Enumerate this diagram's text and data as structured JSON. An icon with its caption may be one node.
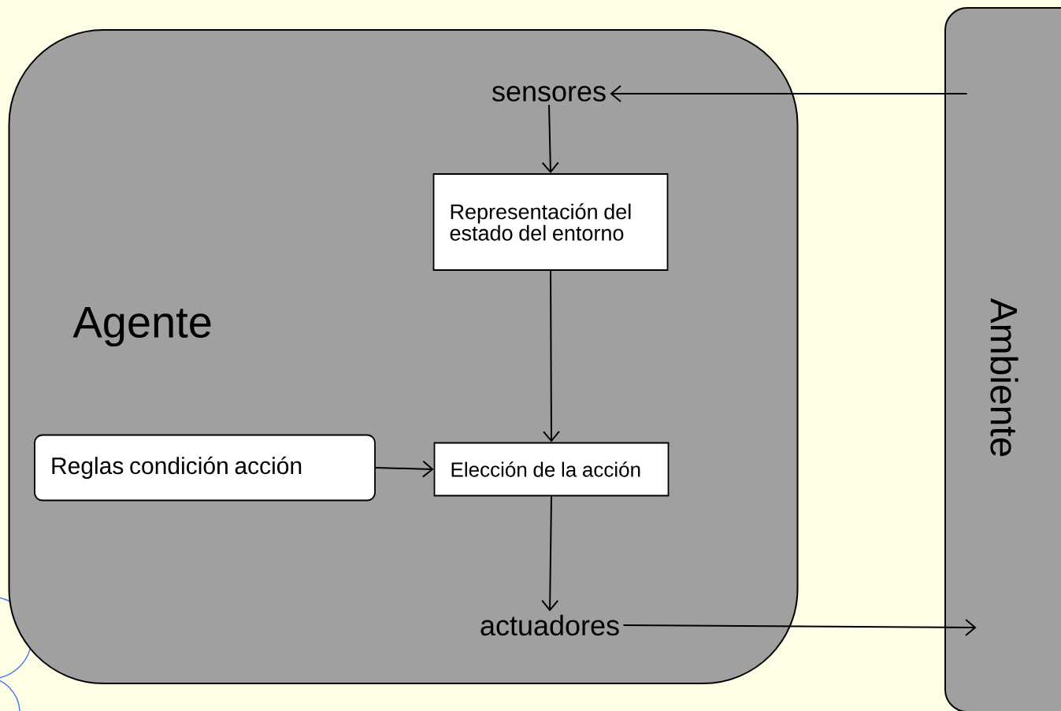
{
  "diagram": {
    "nodes": [
      {
        "text": [
          "Agente"
        ]
      },
      {
        "text": [
          "sensores"
        ],
        "in": 0
      },
      {
        "text": [
          "Representación del estado del entorno"
        ],
        "in": 0
      },
      {
        "text": [
          "Reglas condición acción"
        ],
        "in": 0
      },
      {
        "text": [
          "Elección de la acción"
        ],
        "in": 0
      },
      {
        "text": [
          "actuadores"
        ],
        "in": 0
      },
      {
        "text": [
          "Ambiente"
        ]
      }
    ],
    "edges": [
      {
        "from": 6,
        "to": 1,
        "arrow": "to"
      },
      {
        "from": 1,
        "to": 2,
        "arrow": "to"
      },
      {
        "from": 2,
        "to": 4,
        "arrow": "to"
      },
      {
        "from": 3,
        "to": 4,
        "arrow": "to"
      },
      {
        "from": 4,
        "to": 5,
        "arrow": "to"
      },
      {
        "from": 5,
        "to": 6,
        "arrow": "to"
      }
    ]
  }
}
